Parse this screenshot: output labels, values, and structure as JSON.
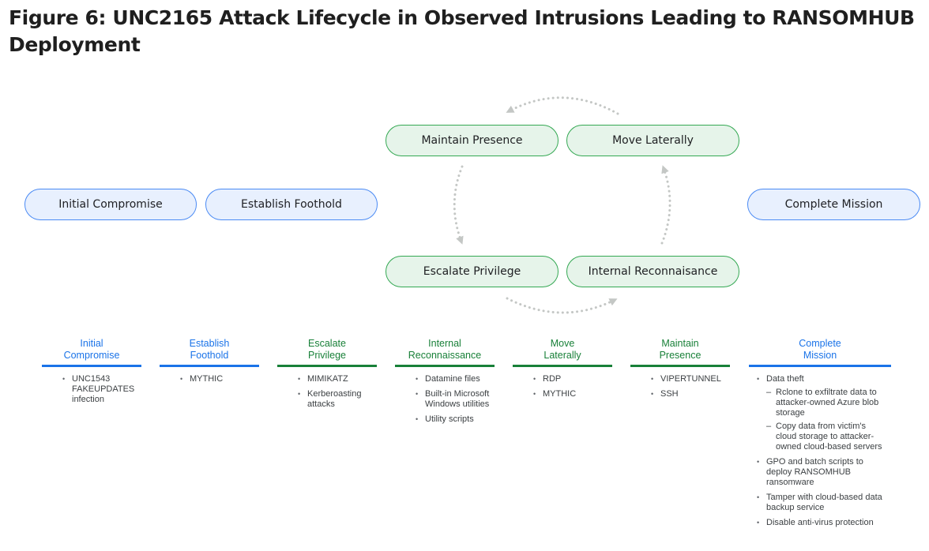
{
  "figure": {
    "title": "Figure 6: UNC2165 Attack Lifecycle in Observed Intrusions Leading to RANSOMHUB Deployment"
  },
  "stages": {
    "initial_compromise": "Initial Compromise",
    "establish_foothold": "Establish Foothold",
    "maintain_presence": "Maintain Presence",
    "move_laterally": "Move Laterally",
    "escalate_privilege": "Escalate Privilege",
    "internal_recon": "Internal Reconnaisance",
    "complete_mission": "Complete Mission"
  },
  "colors": {
    "blue": "#1a73e8",
    "green": "#188038",
    "arrow": "#c4c7c5"
  },
  "columns": [
    {
      "head": [
        "Initial",
        "Compromise"
      ],
      "color": "blue",
      "items": [
        "UNC1543 FAKEUPDATES infection"
      ]
    },
    {
      "head": [
        "Establish",
        "Foothold"
      ],
      "color": "blue",
      "items": [
        "MYTHIC"
      ]
    },
    {
      "head": [
        "Escalate",
        "Privilege"
      ],
      "color": "green",
      "items": [
        "MIMIKATZ",
        "Kerberoasting attacks"
      ]
    },
    {
      "head": [
        "Internal",
        "Reconnaissance"
      ],
      "color": "green",
      "items": [
        "Datamine files",
        "Built-in Microsoft Windows utilities",
        "Utility scripts"
      ]
    },
    {
      "head": [
        "Move",
        "Laterally"
      ],
      "color": "green",
      "items": [
        "RDP",
        "MYTHIC"
      ]
    },
    {
      "head": [
        "Maintain",
        "Presence"
      ],
      "color": "green",
      "items": [
        "VIPERTUNNEL",
        "SSH"
      ]
    },
    {
      "head": [
        "Complete",
        "Mission"
      ],
      "color": "blue",
      "items": [
        {
          "text": "Data theft",
          "sub": [
            "Rclone to exfiltrate data to attacker-owned Azure blob storage",
            "Copy data from victim's cloud storage to attacker-owned cloud-based servers"
          ]
        },
        "GPO and batch scripts to deploy RANSOMHUB ransomware",
        "Tamper with cloud-based data  backup service",
        "Disable anti-virus protection"
      ]
    }
  ]
}
